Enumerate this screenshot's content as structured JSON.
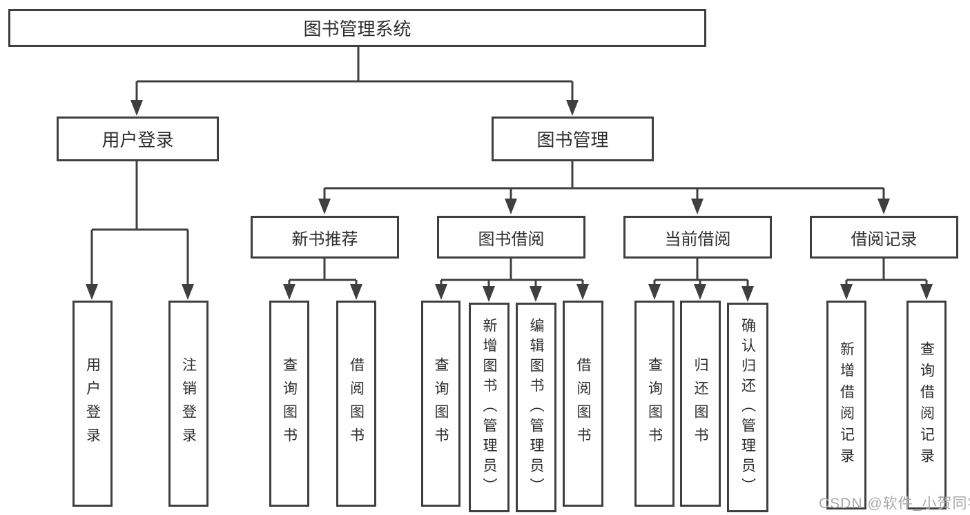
{
  "diagram": {
    "root": "图书管理系统",
    "level2": [
      "用户登录",
      "图书管理"
    ],
    "level3": [
      "新书推荐",
      "图书借阅",
      "当前借阅",
      "借阅记录"
    ],
    "leaves": {
      "login": [
        "用户登录",
        "注销登录"
      ],
      "recommend": [
        "查询图书",
        "借阅图书"
      ],
      "borrow": [
        "查询图书",
        "新增图书（管理员）",
        "编辑图书（管理员）",
        "借阅图书"
      ],
      "current": [
        "查询图书",
        "归还图书",
        "确认归还（管理员）"
      ],
      "records": [
        "新增借阅记录",
        "查询借阅记录"
      ]
    }
  },
  "watermark": "CSDN @软件_小贺同学",
  "colors": {
    "line": "#3f3f3f",
    "text": "#2e2e2e",
    "watermark": "#a9a9a9"
  }
}
